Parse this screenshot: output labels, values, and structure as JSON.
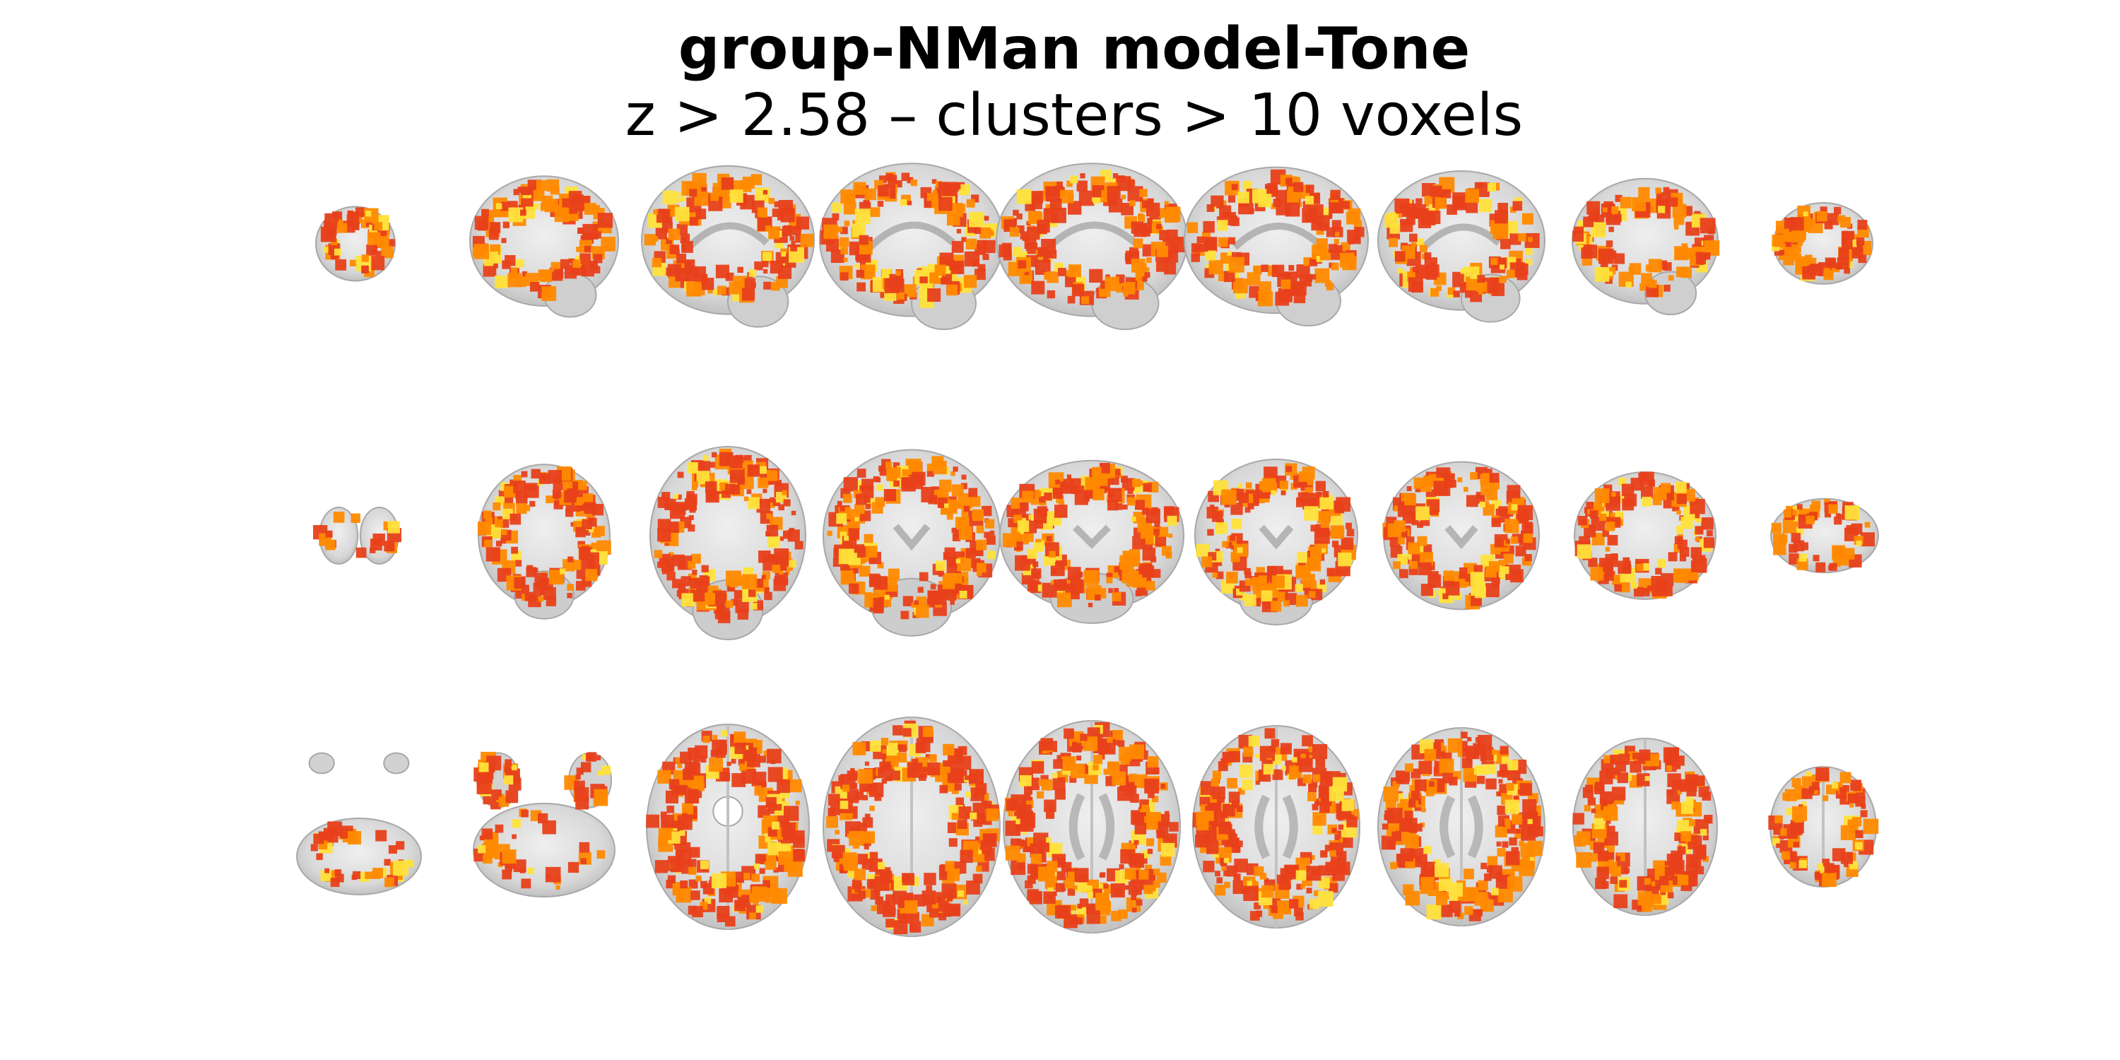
{
  "figure": {
    "title_line1": "group-NMan model-Tone",
    "title_line2": "z > 2.58 – clusters > 10 voxels"
  },
  "colors": {
    "background": "#ffffff",
    "brain_gray": "#d6d6d6",
    "brain_dark": "#9e9e9e",
    "activation_low": "#e8401a",
    "activation_mid": "#ff8a00",
    "activation_high": "#ffe23a"
  },
  "rows": [
    {
      "view": "sagittal",
      "slice_count": 9
    },
    {
      "view": "coronal",
      "slice_count": 9
    },
    {
      "view": "axial",
      "slice_count": 9
    }
  ]
}
